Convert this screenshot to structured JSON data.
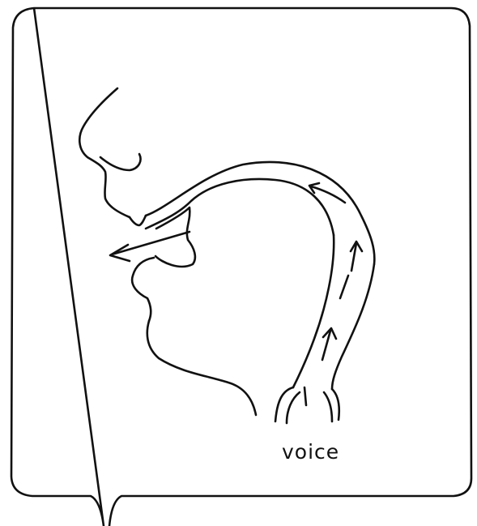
{
  "diagram": {
    "label_voice": "voice",
    "colors": {
      "ink": "#111111",
      "background": "#ffffff"
    },
    "elements": [
      "callout-frame",
      "face-profile",
      "oral-airway",
      "pharynx-tube",
      "airflow-arrows",
      "vocal-folds"
    ]
  }
}
